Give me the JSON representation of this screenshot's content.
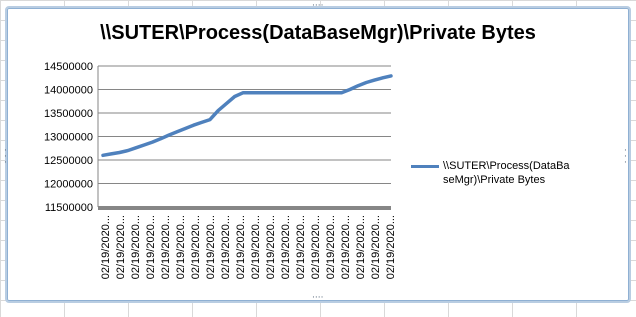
{
  "chart_data": {
    "type": "line",
    "title": "\\\\SUTER\\Process(DataBaseMgr)\\Private Bytes",
    "xlabel": "",
    "ylabel": "",
    "ylim": [
      11500000,
      14500000
    ],
    "yticks": [
      11500000,
      12000000,
      12500000,
      13000000,
      13500000,
      14000000,
      14500000
    ],
    "grid": true,
    "legend_position": "right",
    "x_tick_labels": [
      "02/19/2020...",
      "02/19/2020...",
      "02/19/2020...",
      "02/19/2020...",
      "02/19/2020...",
      "02/19/2020...",
      "02/19/2020...",
      "02/19/2020...",
      "02/19/2020...",
      "02/19/2020...",
      "02/19/2020...",
      "02/19/2020...",
      "02/19/2020...",
      "02/19/2020...",
      "02/19/2020...",
      "02/19/2020...",
      "02/19/2020...",
      "02/19/2020...",
      "02/19/2020...",
      "02/19/2020..."
    ],
    "series": [
      {
        "name": "\\\\SUTER\\Process(DataBaseMgr)\\Private Bytes",
        "color": "#4f81bd",
        "values": [
          12600000,
          12630000,
          12660000,
          12700000,
          12760000,
          12820000,
          12880000,
          12950000,
          13030000,
          13100000,
          13170000,
          13240000,
          13300000,
          13360000,
          13550000,
          13700000,
          13850000,
          13930000,
          13930000,
          13930000,
          13930000,
          13930000,
          13930000,
          13930000,
          13930000,
          13930000,
          13930000,
          13930000,
          13930000,
          13930000,
          14000000,
          14080000,
          14150000,
          14200000,
          14250000,
          14290000
        ]
      }
    ]
  }
}
